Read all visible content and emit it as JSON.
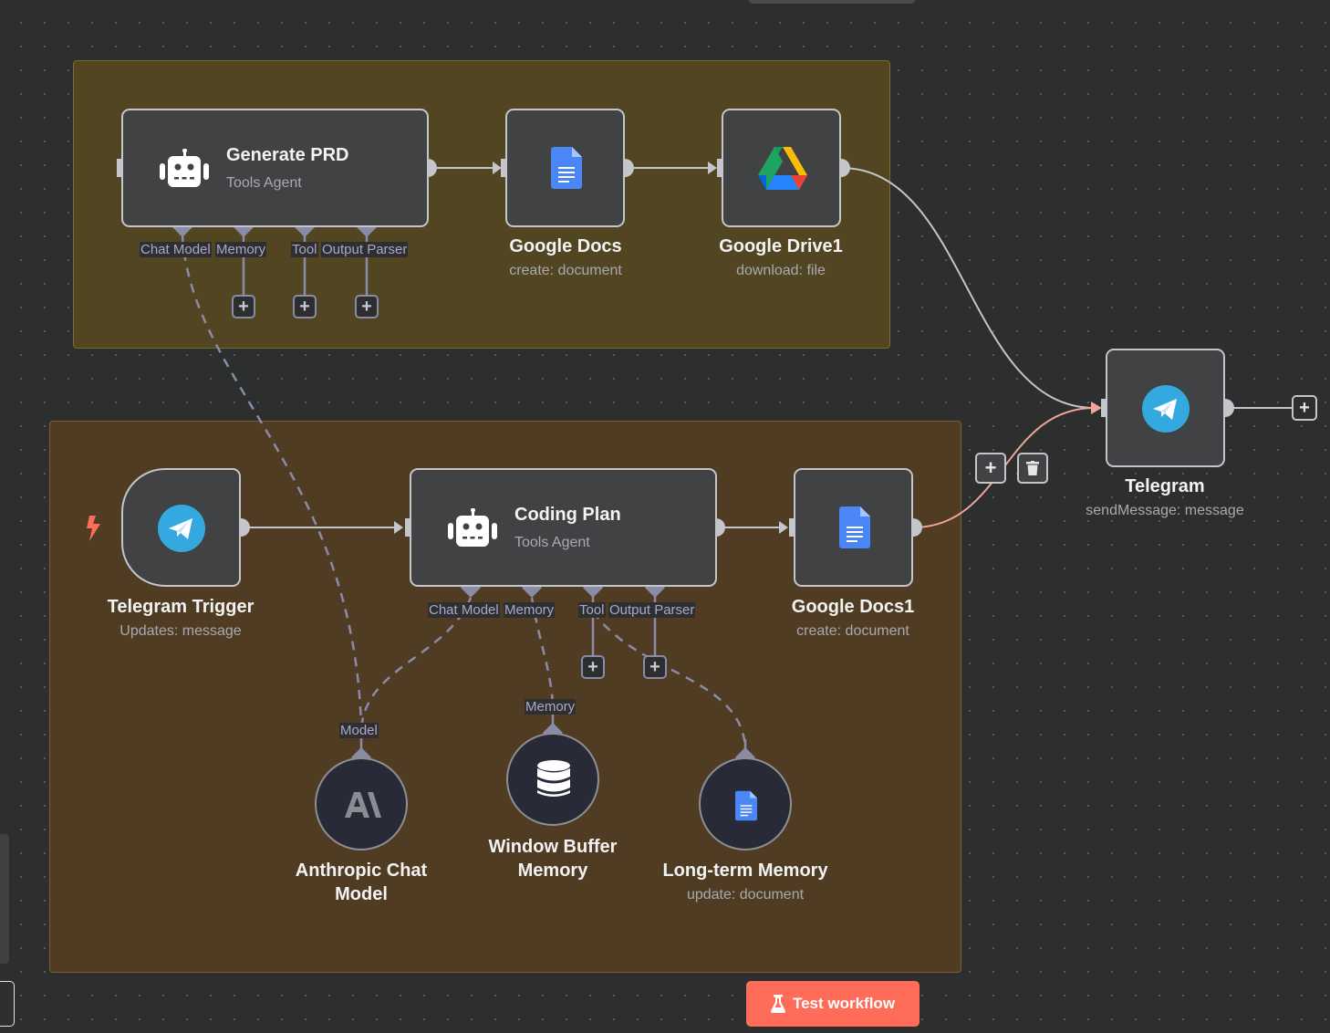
{
  "canvas": {
    "colors": {
      "background": "#2d2e2e",
      "sticky_olive": "#524522",
      "sticky_brown": "#4f3c23",
      "node_fill": "#414244",
      "node_border": "#c4c6cc",
      "connection": "#c4c6cc",
      "active_connection": "#f0a49a",
      "sub_port": "#8a8ba6",
      "accent": "#ff6d5a"
    }
  },
  "nodes": {
    "generate_prd": {
      "title": "Generate PRD",
      "subtitle": "Tools Agent",
      "icon": "robot-icon",
      "ports": [
        "Chat Model",
        "Memory",
        "Tool",
        "Output Parser"
      ]
    },
    "google_docs": {
      "title": "Google Docs",
      "subtitle": "create: document",
      "icon": "google-docs-icon"
    },
    "google_drive1": {
      "title": "Google Drive1",
      "subtitle": "download: file",
      "icon": "google-drive-icon"
    },
    "telegram": {
      "title": "Telegram",
      "subtitle": "sendMessage: message",
      "icon": "telegram-icon"
    },
    "telegram_trigger": {
      "title": "Telegram Trigger",
      "subtitle": "Updates: message",
      "icon": "telegram-icon"
    },
    "coding_plan": {
      "title": "Coding Plan",
      "subtitle": "Tools Agent",
      "icon": "robot-icon",
      "ports": [
        "Chat Model",
        "Memory",
        "Tool",
        "Output Parser"
      ]
    },
    "google_docs1": {
      "title": "Google Docs1",
      "subtitle": "create: document",
      "icon": "google-docs-icon"
    },
    "anthropic": {
      "title_line1": "Anthropic Chat",
      "title_line2": "Model",
      "port": "Model",
      "icon": "anthropic-icon"
    },
    "window_buffer": {
      "title_line1": "Window Buffer",
      "title_line2": "Memory",
      "port": "Memory",
      "icon": "database-icon"
    },
    "longterm": {
      "title": "Long-term Memory",
      "subtitle": "update: document",
      "icon": "google-docs-icon"
    }
  },
  "buttons": {
    "plus": "+",
    "test_workflow": "Test workflow"
  }
}
